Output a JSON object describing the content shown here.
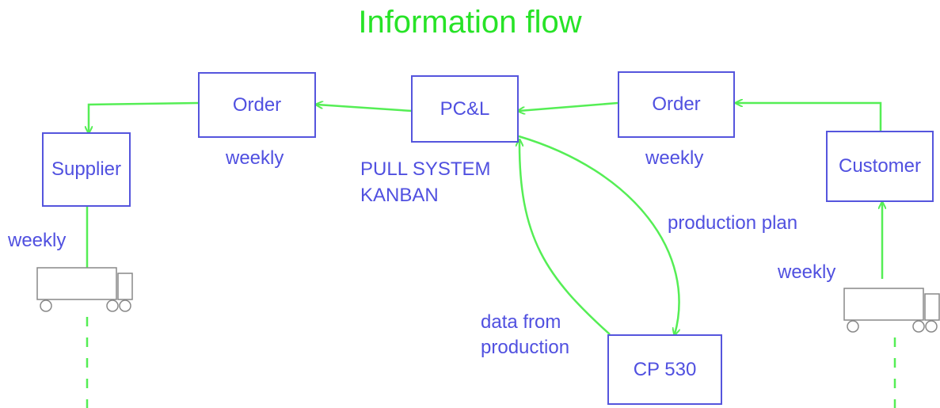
{
  "title": "Information flow",
  "colors": {
    "flow": "#55ee55",
    "boxes": "#5555dd",
    "text": "#5050e0",
    "title": "#27e327",
    "truck": "#888888"
  },
  "nodes": {
    "supplier": "Supplier",
    "order_left": "Order",
    "pcl": "PC&L",
    "order_right": "Order",
    "customer": "Customer",
    "cp530": "CP 530"
  },
  "labels": {
    "weekly_order_left": "weekly",
    "weekly_order_right": "weekly",
    "weekly_supplier": "weekly",
    "weekly_customer": "weekly",
    "pull_system": "PULL SYSTEM",
    "kanban": "KANBAN",
    "production_plan": "production plan",
    "data_from_production_1": "data from",
    "data_from_production_2": "production"
  },
  "icons": [
    "truck-icon",
    "truck-icon"
  ]
}
